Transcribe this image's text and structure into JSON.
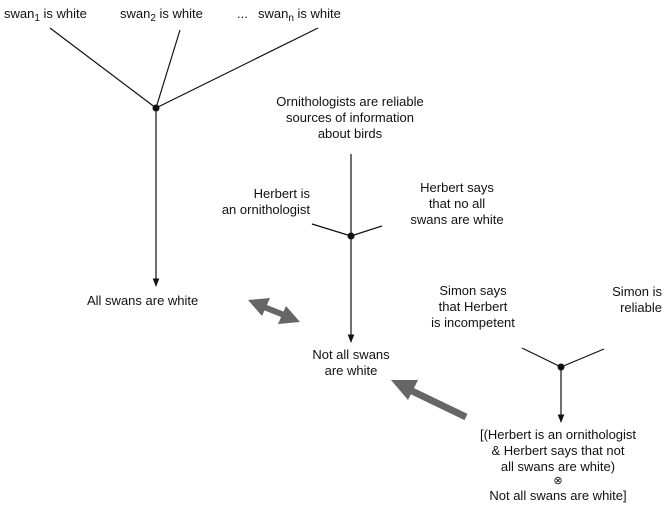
{
  "premises_top": {
    "swan1": "swan",
    "swan1_sub": "1",
    "swan1_rest": " is white",
    "swan2": "swan",
    "swan2_sub": "2",
    "swan2_rest": " is white",
    "ellipsis": "...",
    "swann": "swan",
    "swann_sub": "n",
    "swann_rest": " is white"
  },
  "ornithologists": {
    "line1": "Ornithologists are reliable",
    "line2": "sources of information",
    "line3": "about birds"
  },
  "herbert_is": {
    "line1": "Herbert is",
    "line2": "an ornithologist"
  },
  "herbert_says": {
    "line1": "Herbert says",
    "line2": "that no all",
    "line3": "swans are white"
  },
  "all_swans": "All swans are white",
  "not_all_swans": {
    "line1": "Not all swans",
    "line2": "are white"
  },
  "simon_says": {
    "line1": "Simon says",
    "line2": "that Herbert",
    "line3": "is incompetent"
  },
  "simon_reliable": {
    "line1": "Simon is",
    "line2": "reliable"
  },
  "undercutter": {
    "line1": "[(Herbert is an ornithologist",
    "line2": "& Herbert says that not",
    "line3": "all swans are white)",
    "symbol": "⊗",
    "line4": "Not all swans are white]"
  },
  "colors": {
    "line": "#111111",
    "arrow_gray": "#666666"
  }
}
